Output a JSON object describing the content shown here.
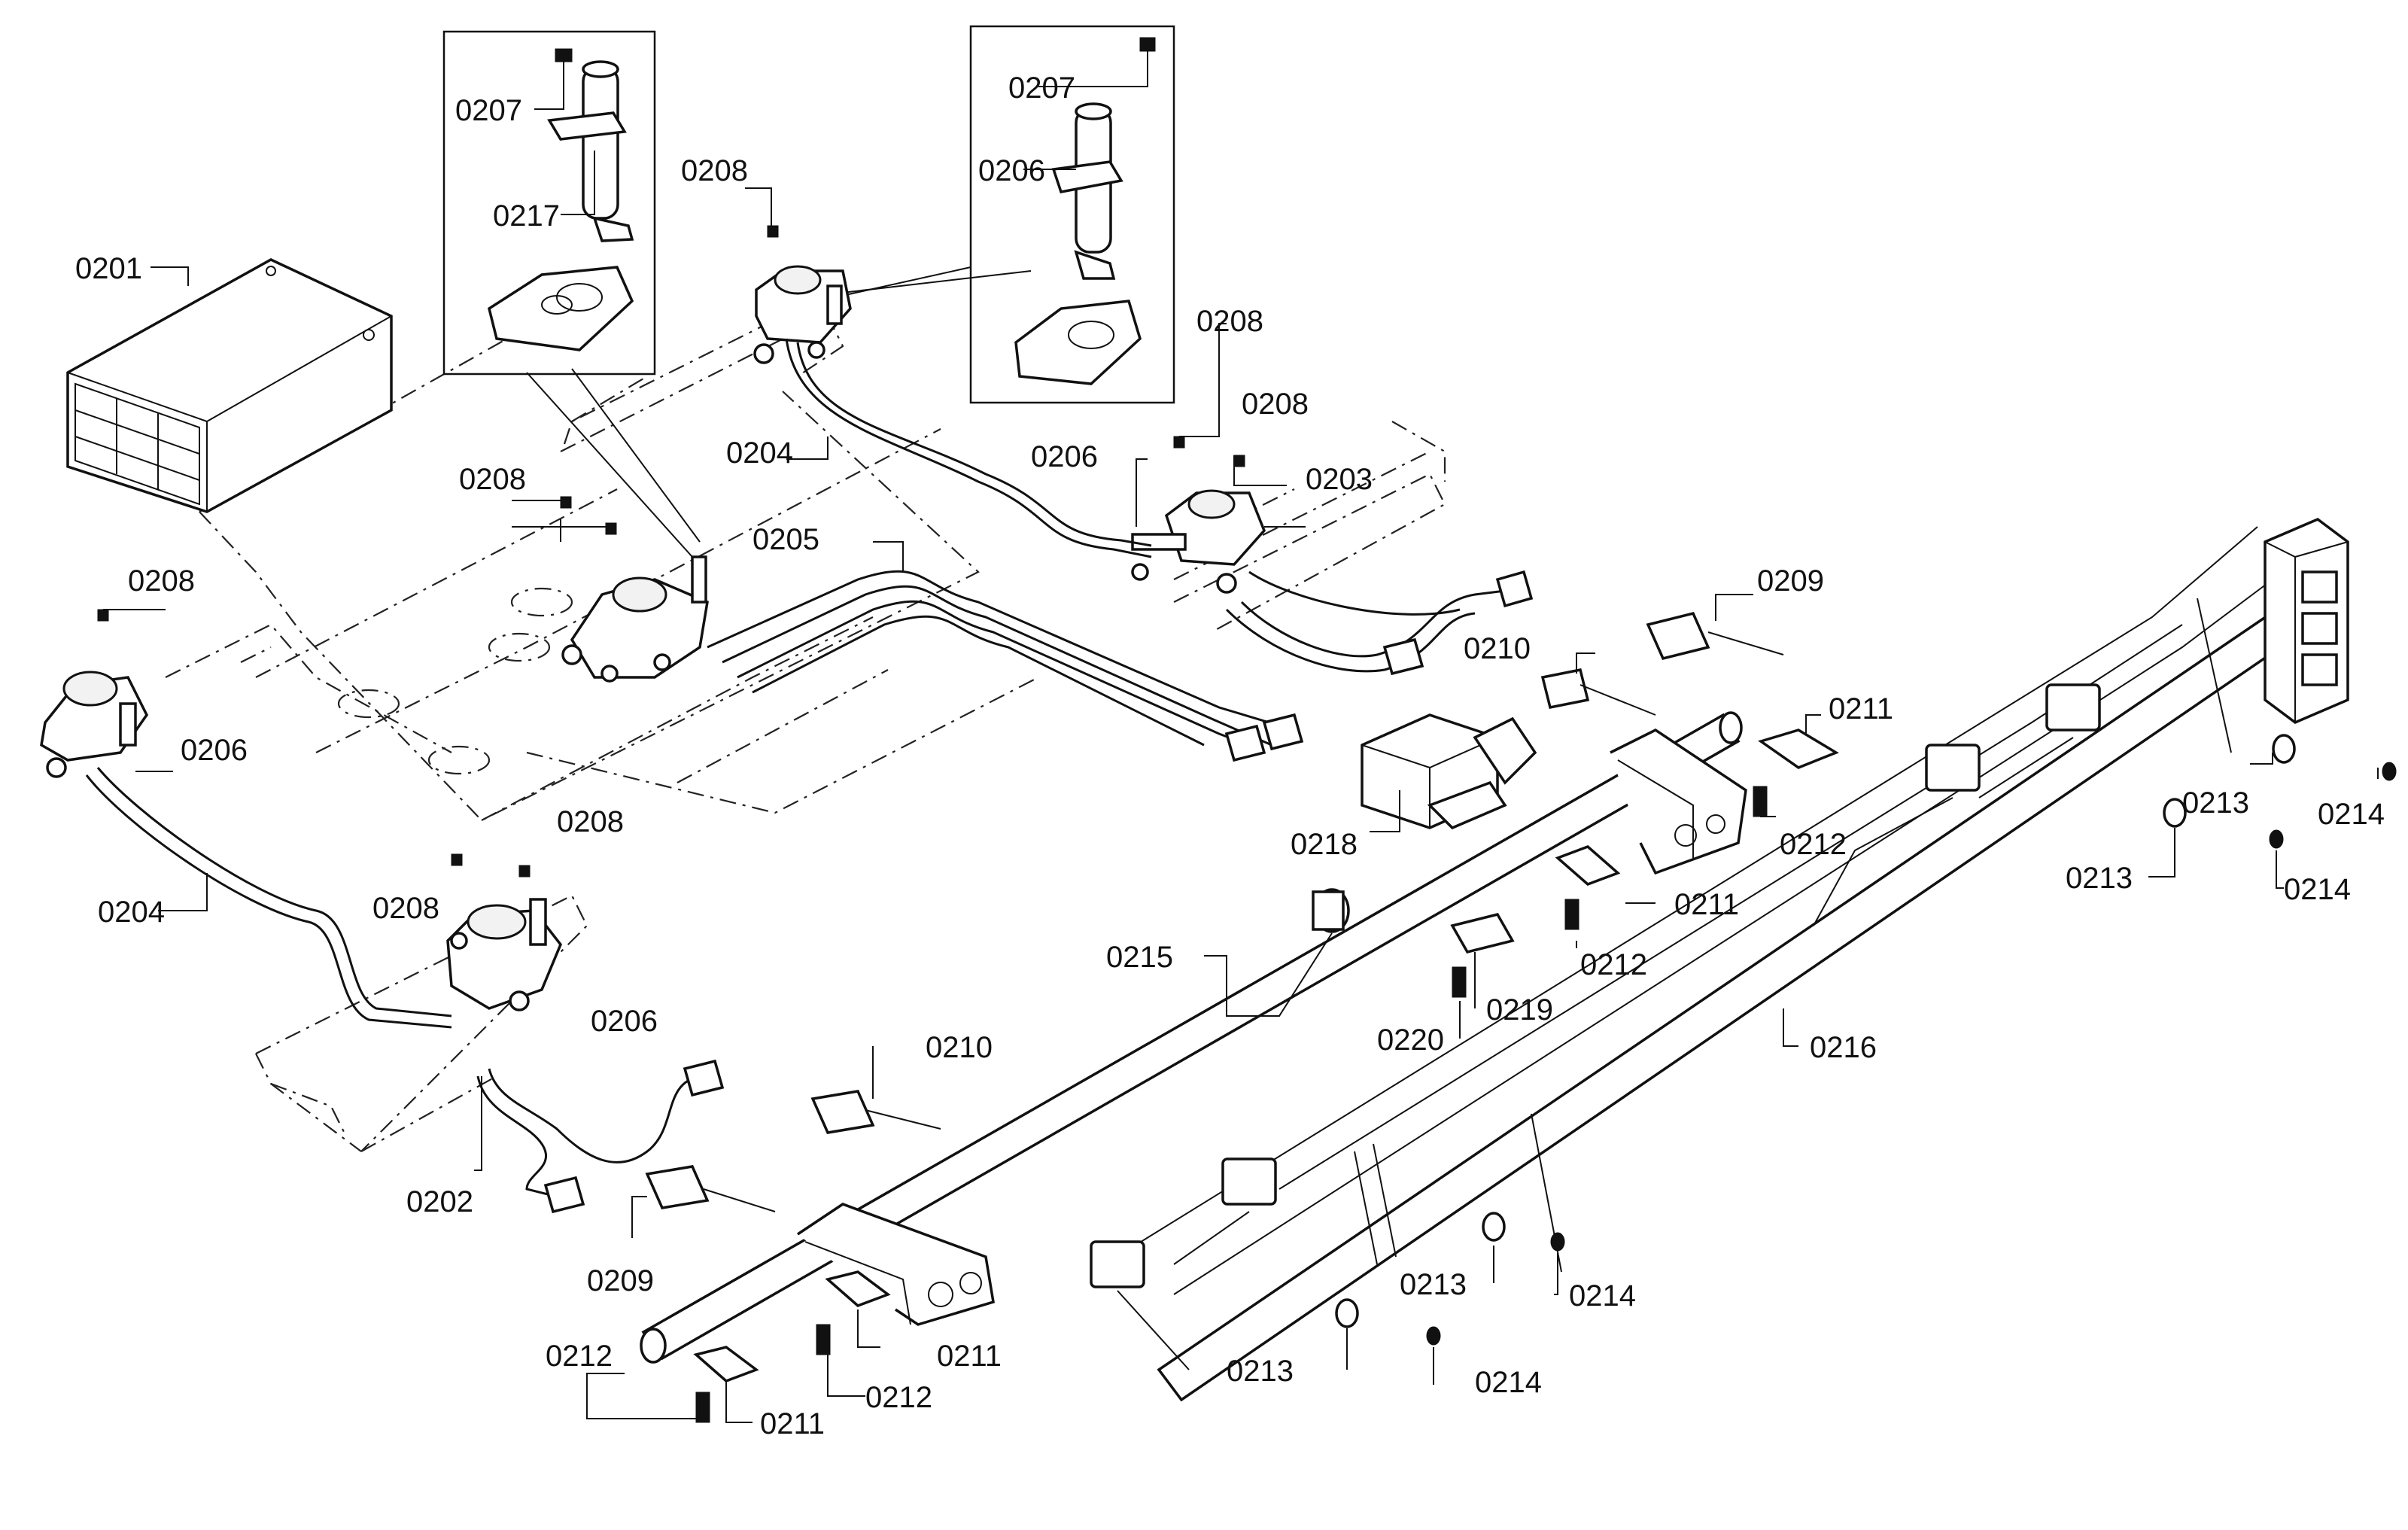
{
  "diagram": {
    "type": "exploded-parts-diagram",
    "callouts": [
      {
        "id": "c0201",
        "text": "0201"
      },
      {
        "id": "c0207a",
        "text": "0207"
      },
      {
        "id": "c0217",
        "text": "0217"
      },
      {
        "id": "c0207b",
        "text": "0207"
      },
      {
        "id": "c0206a",
        "text": "0206"
      },
      {
        "id": "c0208a",
        "text": "0208"
      },
      {
        "id": "c0208b",
        "text": "0208"
      },
      {
        "id": "c0208c",
        "text": "0208"
      },
      {
        "id": "c0204a",
        "text": "0204"
      },
      {
        "id": "c0206b",
        "text": "0206"
      },
      {
        "id": "c0203",
        "text": "0203"
      },
      {
        "id": "c0208d",
        "text": "0208"
      },
      {
        "id": "c0205",
        "text": "0205"
      },
      {
        "id": "c0208e",
        "text": "0208"
      },
      {
        "id": "c0209a",
        "text": "0209"
      },
      {
        "id": "c0210a",
        "text": "0210"
      },
      {
        "id": "c0211a",
        "text": "0211"
      },
      {
        "id": "c0206c",
        "text": "0206"
      },
      {
        "id": "c0204b",
        "text": "0204"
      },
      {
        "id": "c0218",
        "text": "0218"
      },
      {
        "id": "c0212a",
        "text": "0212"
      },
      {
        "id": "c0213a",
        "text": "0213"
      },
      {
        "id": "c0214a",
        "text": "0214"
      },
      {
        "id": "c0208f",
        "text": "0208"
      },
      {
        "id": "c0208g",
        "text": "0208"
      },
      {
        "id": "c0213b",
        "text": "0213"
      },
      {
        "id": "c0214b",
        "text": "0214"
      },
      {
        "id": "c0211b",
        "text": "0211"
      },
      {
        "id": "c0212b",
        "text": "0212"
      },
      {
        "id": "c0215",
        "text": "0215"
      },
      {
        "id": "c0206d",
        "text": "0206"
      },
      {
        "id": "c0219",
        "text": "0219"
      },
      {
        "id": "c0220",
        "text": "0220"
      },
      {
        "id": "c0216",
        "text": "0216"
      },
      {
        "id": "c0210b",
        "text": "0210"
      },
      {
        "id": "c0202",
        "text": "0202"
      },
      {
        "id": "c0209b",
        "text": "0209"
      },
      {
        "id": "c0213c",
        "text": "0213"
      },
      {
        "id": "c0214c",
        "text": "0214"
      },
      {
        "id": "c0211c",
        "text": "0211"
      },
      {
        "id": "c0212c",
        "text": "0212"
      },
      {
        "id": "c0213d",
        "text": "0213"
      },
      {
        "id": "c0214d",
        "text": "0214"
      },
      {
        "id": "c0212d",
        "text": "0212"
      },
      {
        "id": "c0211d",
        "text": "0211"
      }
    ]
  }
}
